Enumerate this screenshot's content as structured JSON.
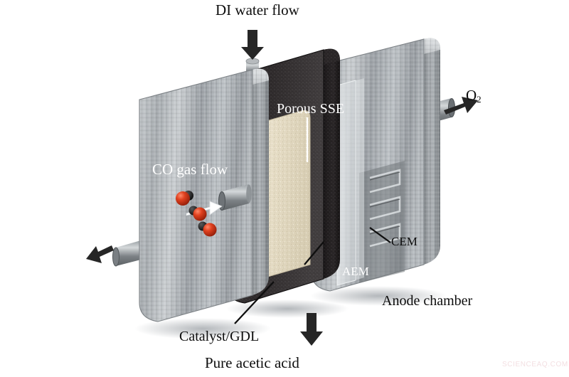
{
  "figure": {
    "title_alt": "Exploded view of a CO electrolyzer cell producing pure acetic acid",
    "watermark": "SCIENCEAQ.COM",
    "background": "#ffffff"
  },
  "labels": {
    "di_water_flow": "DI water flow",
    "oxygen": "O",
    "oxygen_sub": "2",
    "porous_sse": "Porous SSE",
    "co_gas_flow": "CO gas flow",
    "cem": "CEM",
    "aem": "AEM",
    "anode_chamber": "Anode chamber",
    "catalyst_gdl": "Catalyst/GDL",
    "pure_acetic_acid": "Pure acetic acid"
  },
  "colors": {
    "metal_light": "#cfd2d4",
    "metal_mid": "#9fa4a8",
    "metal_dark": "#6d7276",
    "metal_edge": "#bfc4c8",
    "black_plate": "#231f20",
    "black_plate_face": "#3a3637",
    "sse_cream": "#e9e0ca",
    "sse_cream_edge": "#d6cbb2",
    "gdl_speckle": "#8d9194",
    "gdl_dark": "#55585b",
    "co_red": "#d4331c",
    "co_black": "#111111",
    "arrow_black": "#262626",
    "arrow_white": "#ffffff",
    "leader": "#111111",
    "shadow": "#b9bcc0",
    "watermark": "#f3dfe2"
  },
  "components": [
    {
      "name": "cathode-endplate",
      "material": "brushed stainless steel",
      "role": "CO gas flow chamber"
    },
    {
      "name": "catalyst-gdl-layer",
      "material": "porous speckled carbon",
      "role": "Catalyst / gas diffusion layer"
    },
    {
      "name": "porous-sse-layer",
      "material": "solid electrolyte beads",
      "role": "Porous SSE"
    },
    {
      "name": "aem-plate",
      "material": "anion exchange membrane",
      "role": "AEM"
    },
    {
      "name": "cem-membrane",
      "material": "cation exchange membrane",
      "role": "CEM"
    },
    {
      "name": "anode-endplate",
      "material": "brushed stainless steel with serpentine flow field",
      "role": "Anode chamber"
    }
  ],
  "flows": [
    {
      "name": "di-water-inlet",
      "label": "DI water flow",
      "direction": "down",
      "position": "top-center"
    },
    {
      "name": "co-gas-inlet",
      "label": "CO gas flow",
      "direction": "right",
      "position": "cathode-front"
    },
    {
      "name": "co-gas-outlet",
      "direction": "down-left",
      "position": "cathode-lower-left"
    },
    {
      "name": "oxygen-outlet",
      "label": "O2",
      "direction": "up-right",
      "position": "anode-right"
    },
    {
      "name": "acetic-acid-outlet",
      "label": "Pure acetic acid",
      "direction": "down",
      "position": "bottom-center"
    }
  ]
}
